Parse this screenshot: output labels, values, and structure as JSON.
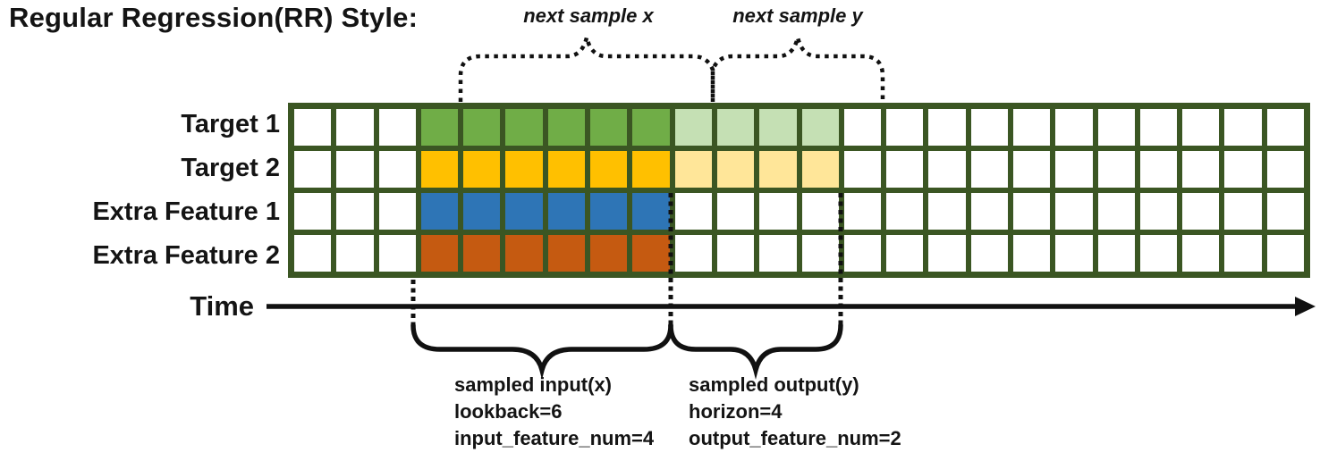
{
  "title": "Regular Regression(RR) Style:",
  "top_annotations": {
    "next_sample_x": "next sample x",
    "next_sample_y": "next sample y"
  },
  "rows": [
    {
      "label": "Target 1",
      "input_color": "#70AD47",
      "output_color": "#C5E0B4"
    },
    {
      "label": "Target 2",
      "input_color": "#FFC000",
      "output_color": "#FFE699"
    },
    {
      "label": "Extra Feature 1",
      "input_color": "#2E75B6",
      "output_color": null
    },
    {
      "label": "Extra Feature 2",
      "input_color": "#C55A11",
      "output_color": null
    }
  ],
  "grid": {
    "columns": 24,
    "pre_blank_columns": 3,
    "lookback": 6,
    "horizon": 4,
    "border_color": "#3B5623",
    "blank_cell_color": "#FFFFFF"
  },
  "time_axis": {
    "label": "Time"
  },
  "bottom_annotations": {
    "input": {
      "line1": "sampled input(x)",
      "line2": "lookback=6",
      "line3": "input_feature_num=4"
    },
    "output": {
      "line1": "sampled output(y)",
      "line2": "horizon=4",
      "line3": "output_feature_num=2"
    }
  }
}
